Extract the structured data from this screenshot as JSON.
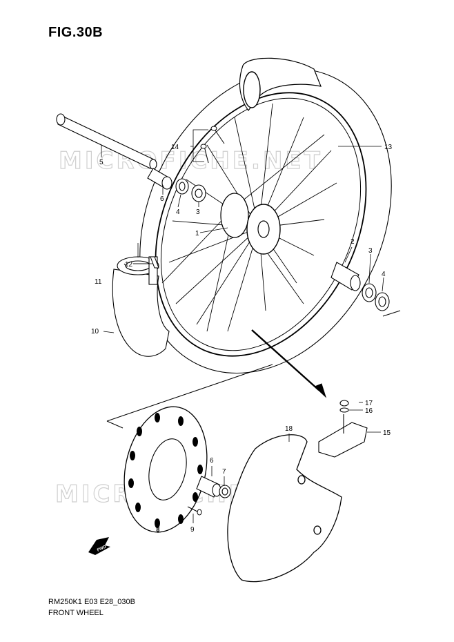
{
  "figure": {
    "title": "FIG.30B",
    "code": "RM250K1 E03 E28_030B",
    "caption": "FRONT WHEEL"
  },
  "watermark": {
    "text": "MICROFICHE.NET",
    "color": "#cfcfcf"
  },
  "direction_badge": {
    "label": "FWD"
  },
  "callouts": {
    "c1": "1",
    "c2": "2",
    "c3": "3",
    "c3b": "3",
    "c4": "4",
    "c4b": "4",
    "c5": "5",
    "c6": "6",
    "c6b": "6",
    "c7": "7",
    "c8": "8",
    "c9": "9",
    "c10": "10",
    "c11": "11",
    "c12": "12",
    "c13": "13",
    "c14": "14",
    "c15": "15",
    "c16": "16",
    "c17": "17",
    "c18": "18"
  }
}
